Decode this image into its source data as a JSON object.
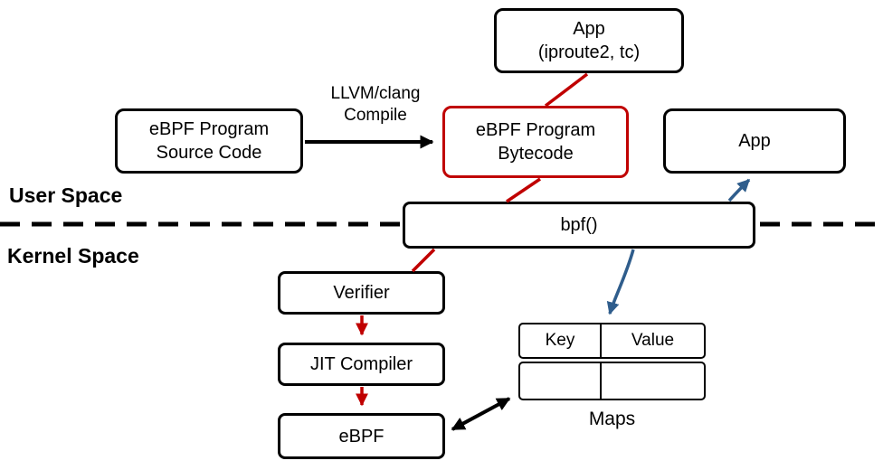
{
  "diagram": {
    "colors": {
      "red": "#C00000",
      "blue": "#2F5D8C",
      "black": "#000000"
    },
    "labels": {
      "user_space": "User Space",
      "kernel_space": "Kernel Space",
      "compile_line1": "LLVM/clang",
      "compile_line2": "Compile"
    },
    "nodes": {
      "app_top": {
        "line1": "App",
        "line2": "(iproute2, tc)"
      },
      "source": {
        "line1": "eBPF Program",
        "line2": "Source Code"
      },
      "bytecode": {
        "line1": "eBPF Program",
        "line2": "Bytecode"
      },
      "app_right": {
        "label": "App"
      },
      "bpf": {
        "label": "bpf()"
      },
      "verifier": {
        "label": "Verifier"
      },
      "jit": {
        "label": "JIT Compiler"
      },
      "ebpf": {
        "label": "eBPF"
      },
      "maps": {
        "key": "Key",
        "value": "Value",
        "caption": "Maps"
      }
    }
  }
}
